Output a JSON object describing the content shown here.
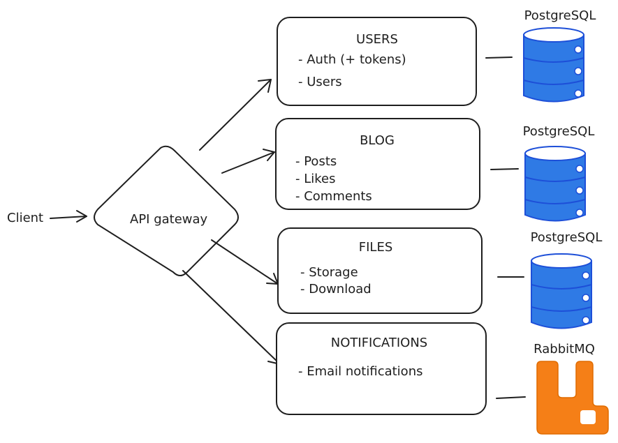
{
  "client_label": "Client",
  "gateway_label": "API gateway",
  "services": [
    {
      "title": "USERS",
      "items": [
        "- Auth (+ tokens)",
        "- Users"
      ],
      "store": "PostgreSQL"
    },
    {
      "title": "BLOG",
      "items": [
        "- Posts",
        "- Likes",
        "- Comments"
      ],
      "store": "PostgreSQL"
    },
    {
      "title": "FILES",
      "items": [
        "- Storage",
        "- Download"
      ],
      "store": "PostgreSQL"
    },
    {
      "title": "NOTIFICATIONS",
      "items": [
        "- Email notifications"
      ],
      "store": "RabbitMQ"
    }
  ],
  "colors": {
    "ink": "#1e1e1e",
    "db_fill": "#2f7ae5",
    "db_stroke": "#1d4fd8",
    "rabbitmq": "#f57f17"
  },
  "icons": [
    "database-icon",
    "rabbitmq-icon"
  ]
}
